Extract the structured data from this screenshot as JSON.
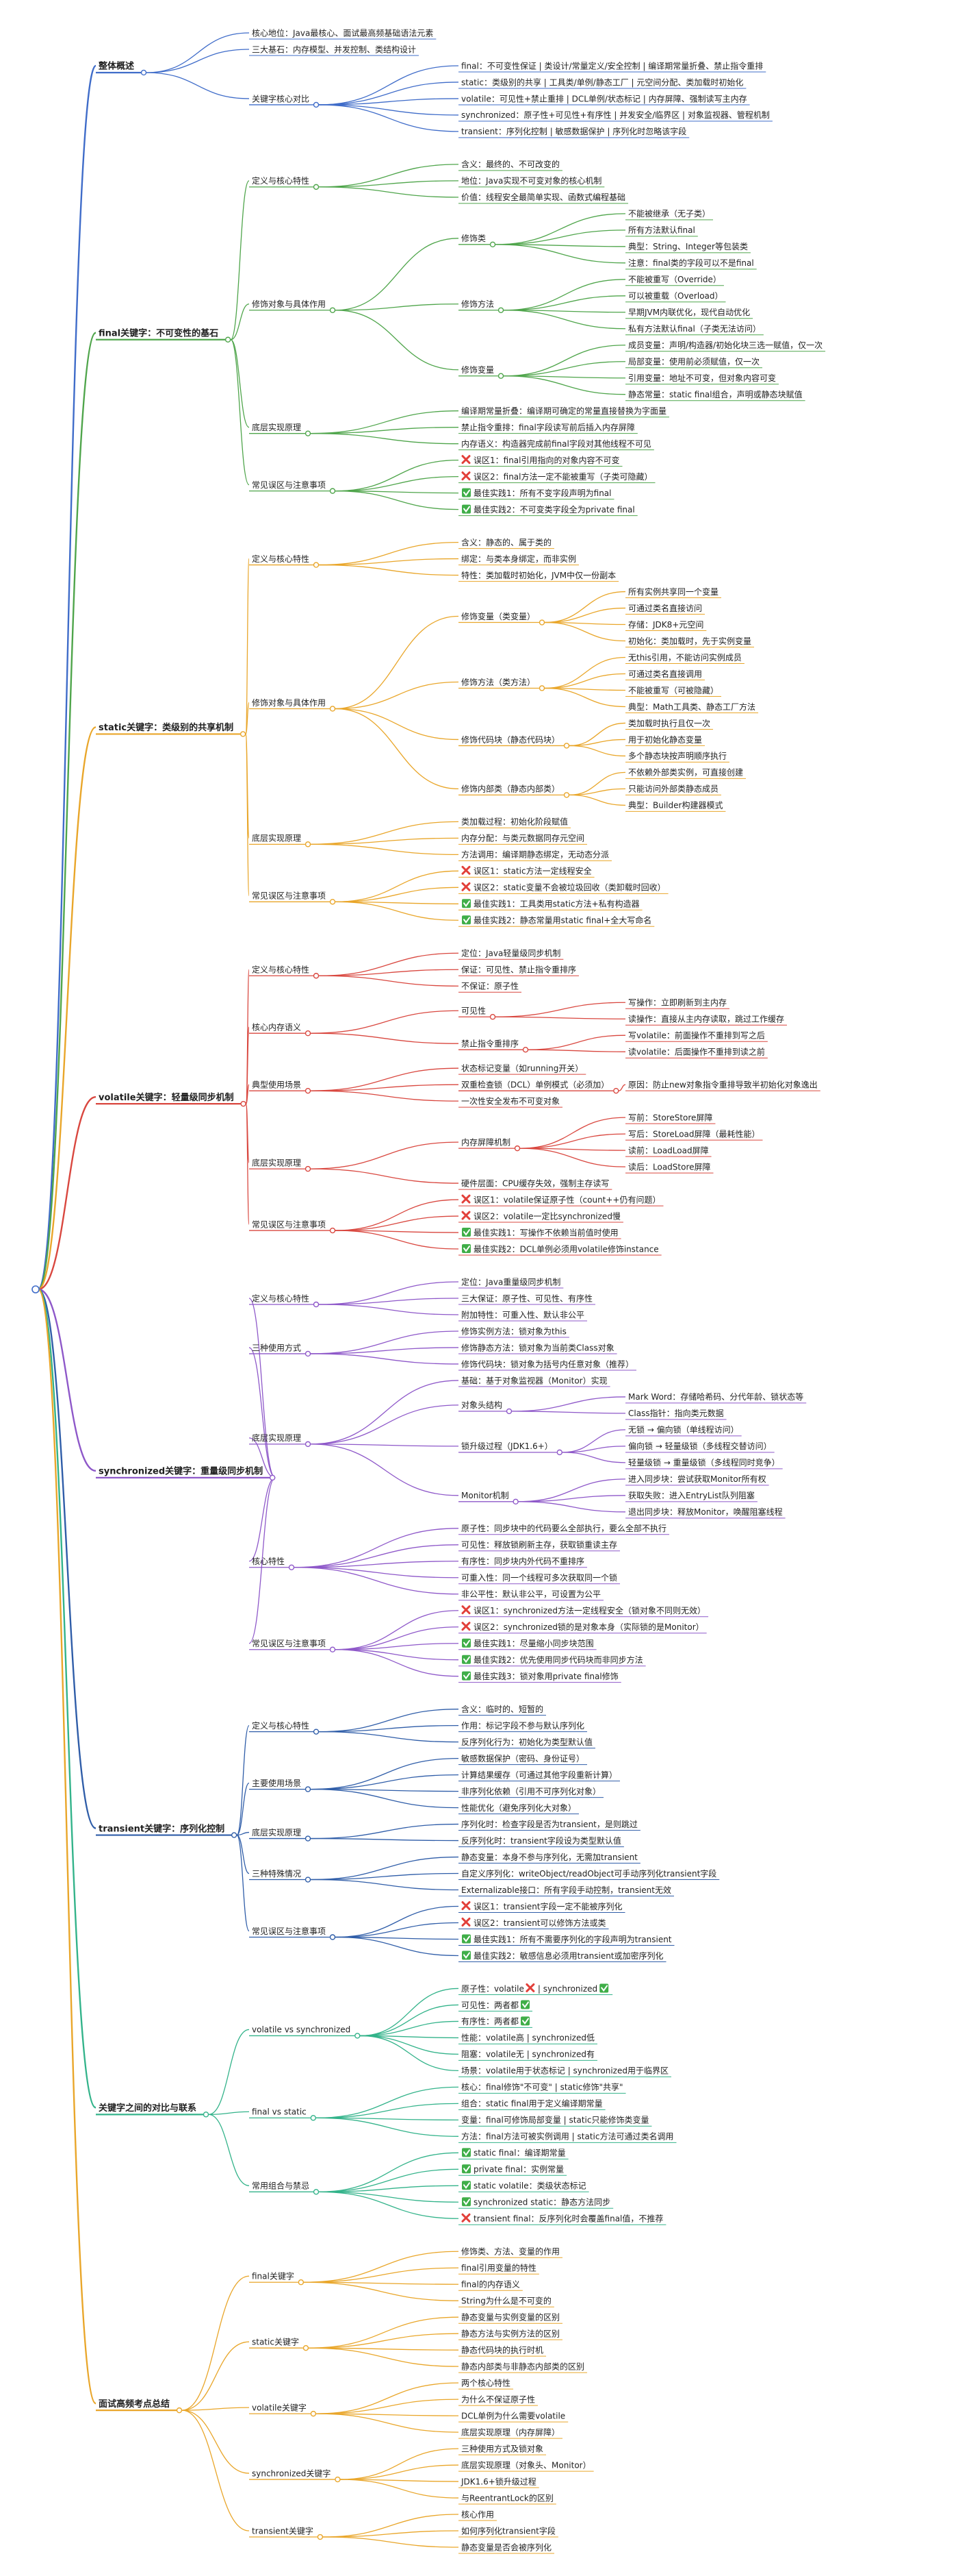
{
  "mindmap": {
    "children": [
      {
        "label": "整体概述",
        "color": "#3f6cc9",
        "children": [
          {
            "label": "核心地位：Java最核心、面试最高频基础语法元素"
          },
          {
            "label": "三大基石：内存模型、并发控制、类结构设计"
          },
          {
            "label": "关键字核心对比",
            "children": [
              {
                "label": "final：不可变性保证 | 类设计/常量定义/安全控制 | 编译期常量折叠、禁止指令重排"
              },
              {
                "label": "static：类级别的共享 | 工具类/单例/静态工厂 | 元空间分配、类加载时初始化"
              },
              {
                "label": "volatile：可见性+禁止重排 | DCL单例/状态标记 | 内存屏障、强制读写主内存"
              },
              {
                "label": "synchronized：原子性+可见性+有序性 | 并发安全/临界区 | 对象监视器、管程机制"
              },
              {
                "label": "transient：序列化控制 | 敏感数据保护 | 序列化时忽略该字段"
              }
            ]
          }
        ]
      },
      {
        "label": "final关键字：不可变性的基石",
        "color": "#4fa54b",
        "children": [
          {
            "label": "定义与核心特性",
            "children": [
              {
                "label": "含义：最终的、不可改变的"
              },
              {
                "label": "地位：Java实现不可变对象的核心机制"
              },
              {
                "label": "价值：线程安全最简单实现、函数式编程基础"
              }
            ]
          },
          {
            "label": "修饰对象与具体作用",
            "children": [
              {
                "label": "修饰类",
                "children": [
                  {
                    "label": "不能被继承（无子类）"
                  },
                  {
                    "label": "所有方法默认final"
                  },
                  {
                    "label": "典型：String、Integer等包装类"
                  },
                  {
                    "label": "注意：final类的字段可以不是final"
                  }
                ]
              },
              {
                "label": "修饰方法",
                "children": [
                  {
                    "label": "不能被重写（Override）"
                  },
                  {
                    "label": "可以被重载（Overload）"
                  },
                  {
                    "label": "早期JVM内联优化，现代自动优化"
                  },
                  {
                    "label": "私有方法默认final（子类无法访问）"
                  }
                ]
              },
              {
                "label": "修饰变量",
                "children": [
                  {
                    "label": "成员变量：声明/构造器/初始化块三选一赋值，仅一次"
                  },
                  {
                    "label": "局部变量：使用前必须赋值，仅一次"
                  },
                  {
                    "label": "引用变量：地址不可变，但对象内容可变"
                  },
                  {
                    "label": "静态常量：static final组合，声明或静态块赋值"
                  }
                ]
              }
            ]
          },
          {
            "label": "底层实现原理",
            "children": [
              {
                "label": "编译期常量折叠：编译期可确定的常量直接替换为字面量"
              },
              {
                "label": "禁止指令重排：final字段读写前后插入内存屏障"
              },
              {
                "label": "内存语义：构造器完成前final字段对其他线程不可见"
              }
            ]
          },
          {
            "label": "常见误区与注意事项",
            "children": [
              {
                "label": "误区1：final引用指向的对象内容不可变",
                "mark": "x"
              },
              {
                "label": "误区2：final方法一定不能被重写（子类可隐藏）",
                "mark": "x"
              },
              {
                "label": "最佳实践1：所有不变字段声明为final",
                "mark": "ok"
              },
              {
                "label": "最佳实践2：不可变类字段全为private final",
                "mark": "ok"
              }
            ]
          }
        ]
      },
      {
        "label": "static关键字：类级别的共享机制",
        "color": "#e9a62a",
        "children": [
          {
            "label": "定义与核心特性",
            "children": [
              {
                "label": "含义：静态的、属于类的"
              },
              {
                "label": "绑定：与类本身绑定，而非实例"
              },
              {
                "label": "特性：类加载时初始化，JVM中仅一份副本"
              }
            ]
          },
          {
            "label": "修饰对象与具体作用",
            "children": [
              {
                "label": "修饰变量（类变量）",
                "children": [
                  {
                    "label": "所有实例共享同一个变量"
                  },
                  {
                    "label": "可通过类名直接访问"
                  },
                  {
                    "label": "存储：JDK8+元空间"
                  },
                  {
                    "label": "初始化：类加载时，先于实例变量"
                  }
                ]
              },
              {
                "label": "修饰方法（类方法）",
                "children": [
                  {
                    "label": "无this引用，不能访问实例成员"
                  },
                  {
                    "label": "可通过类名直接调用"
                  },
                  {
                    "label": "不能被重写（可被隐藏）"
                  },
                  {
                    "label": "典型：Math工具类、静态工厂方法"
                  }
                ]
              },
              {
                "label": "修饰代码块（静态代码块）",
                "children": [
                  {
                    "label": "类加载时执行且仅一次"
                  },
                  {
                    "label": "用于初始化静态变量"
                  },
                  {
                    "label": "多个静态块按声明顺序执行"
                  }
                ]
              },
              {
                "label": "修饰内部类（静态内部类）",
                "children": [
                  {
                    "label": "不依赖外部类实例，可直接创建"
                  },
                  {
                    "label": "只能访问外部类静态成员"
                  },
                  {
                    "label": "典型：Builder构建器模式"
                  }
                ]
              }
            ]
          },
          {
            "label": "底层实现原理",
            "children": [
              {
                "label": "类加载过程：初始化阶段赋值"
              },
              {
                "label": "内存分配：与类元数据同存元空间"
              },
              {
                "label": "方法调用：编译期静态绑定，无动态分派"
              }
            ]
          },
          {
            "label": "常见误区与注意事项",
            "children": [
              {
                "label": "误区1：static方法一定线程安全",
                "mark": "x"
              },
              {
                "label": "误区2：static变量不会被垃圾回收（类卸载时回收）",
                "mark": "x"
              },
              {
                "label": "最佳实践1：工具类用static方法+私有构造器",
                "mark": "ok"
              },
              {
                "label": "最佳实践2：静态常量用static final+全大写命名",
                "mark": "ok"
              }
            ]
          }
        ]
      },
      {
        "label": "volatile关键字：轻量级同步机制",
        "color": "#d9473f",
        "children": [
          {
            "label": "定义与核心特性",
            "children": [
              {
                "label": "定位：Java轻量级同步机制"
              },
              {
                "label": "保证：可见性、禁止指令重排序"
              },
              {
                "label": "不保证：原子性"
              }
            ]
          },
          {
            "label": "核心内存语义",
            "children": [
              {
                "label": "可见性",
                "children": [
                  {
                    "label": "写操作：立即刷新到主内存"
                  },
                  {
                    "label": "读操作：直接从主内存读取，跳过工作缓存"
                  }
                ]
              },
              {
                "label": "禁止指令重排序",
                "children": [
                  {
                    "label": "写volatile：前面操作不重排到写之后"
                  },
                  {
                    "label": "读volatile：后面操作不重排到读之前"
                  }
                ]
              }
            ]
          },
          {
            "label": "典型使用场景",
            "children": [
              {
                "label": "状态标记变量（如running开关）"
              },
              {
                "label": "双重检查锁（DCL）单例模式（必须加）",
                "children": [
                  {
                    "label": "原因：防止new对象指令重排导致半初始化对象逸出"
                  }
                ]
              },
              {
                "label": "一次性安全发布不可变对象"
              }
            ]
          },
          {
            "label": "底层实现原理",
            "children": [
              {
                "label": "内存屏障机制",
                "children": [
                  {
                    "label": "写前：StoreStore屏障"
                  },
                  {
                    "label": "写后：StoreLoad屏障（最耗性能）"
                  },
                  {
                    "label": "读前：LoadLoad屏障"
                  },
                  {
                    "label": "读后：LoadStore屏障"
                  }
                ]
              },
              {
                "label": "硬件层面：CPU缓存失效，强制主存读写"
              }
            ]
          },
          {
            "label": "常见误区与注意事项",
            "children": [
              {
                "label": "误区1：volatile保证原子性（count++仍有问题）",
                "mark": "x"
              },
              {
                "label": "误区2：volatile一定比synchronized慢",
                "mark": "x"
              },
              {
                "label": "最佳实践1：写操作不依赖当前值时使用",
                "mark": "ok"
              },
              {
                "label": "最佳实践2：DCL单例必须用volatile修饰instance",
                "mark": "ok"
              }
            ]
          }
        ]
      },
      {
        "label": "synchronized关键字：重量级同步机制",
        "color": "#8e58c9",
        "children": [
          {
            "label": "定义与核心特性",
            "children": [
              {
                "label": "定位：Java重量级同步机制"
              },
              {
                "label": "三大保证：原子性、可见性、有序性"
              },
              {
                "label": "附加特性：可重入性、默认非公平"
              }
            ]
          },
          {
            "label": "三种使用方式",
            "children": [
              {
                "label": "修饰实例方法：锁对象为this"
              },
              {
                "label": "修饰静态方法：锁对象为当前类Class对象"
              },
              {
                "label": "修饰代码块：锁对象为括号内任意对象（推荐）"
              }
            ]
          },
          {
            "label": "底层实现原理",
            "children": [
              {
                "label": "基础：基于对象监视器（Monitor）实现"
              },
              {
                "label": "对象头结构",
                "children": [
                  {
                    "label": "Mark Word：存储哈希码、分代年龄、锁状态等"
                  },
                  {
                    "label": "Class指针：指向类元数据"
                  }
                ]
              },
              {
                "label": "锁升级过程（JDK1.6+）",
                "children": [
                  {
                    "label": "无锁 → 偏向锁（单线程访问）"
                  },
                  {
                    "label": "偏向锁 → 轻量级锁（多线程交替访问）"
                  },
                  {
                    "label": "轻量级锁 → 重量级锁（多线程同时竞争）"
                  }
                ]
              },
              {
                "label": "Monitor机制",
                "children": [
                  {
                    "label": "进入同步块：尝试获取Monitor所有权"
                  },
                  {
                    "label": "获取失败：进入EntryList队列阻塞"
                  },
                  {
                    "label": "退出同步块：释放Monitor，唤醒阻塞线程"
                  }
                ]
              }
            ]
          },
          {
            "label": "核心特性",
            "children": [
              {
                "label": "原子性：同步块中的代码要么全部执行，要么全部不执行"
              },
              {
                "label": "可见性：释放锁刷新主存，获取锁重读主存"
              },
              {
                "label": "有序性：同步块内外代码不重排序"
              },
              {
                "label": "可重入性：同一个线程可多次获取同一个锁"
              },
              {
                "label": "非公平性：默认非公平，可设置为公平"
              }
            ]
          },
          {
            "label": "常见误区与注意事项",
            "children": [
              {
                "label": "误区1：synchronized方法一定线程安全（锁对象不同则无效）",
                "mark": "x"
              },
              {
                "label": "误区2：synchronized锁的是对象本身（实际锁的是Monitor）",
                "mark": "x"
              },
              {
                "label": "最佳实践1：尽量缩小同步块范围",
                "mark": "ok"
              },
              {
                "label": "最佳实践2：优先使用同步代码块而非同步方法",
                "mark": "ok"
              },
              {
                "label": "最佳实践3：锁对象用private final修饰",
                "mark": "ok"
              }
            ]
          }
        ]
      },
      {
        "label": "transient关键字：序列化控制",
        "color": "#2f5da8",
        "children": [
          {
            "label": "定义与核心特性",
            "children": [
              {
                "label": "含义：临时的、短暂的"
              },
              {
                "label": "作用：标记字段不参与默认序列化"
              },
              {
                "label": "反序列化行为：初始化为类型默认值"
              }
            ]
          },
          {
            "label": "主要使用场景",
            "children": [
              {
                "label": "敏感数据保护（密码、身份证号）"
              },
              {
                "label": "计算结果缓存（可通过其他字段重新计算）"
              },
              {
                "label": "非序列化依赖（引用不可序列化对象）"
              },
              {
                "label": "性能优化（避免序列化大对象）"
              }
            ]
          },
          {
            "label": "底层实现原理",
            "children": [
              {
                "label": "序列化时：检查字段是否为transient，是则跳过"
              },
              {
                "label": "反序列化时：transient字段设为类型默认值"
              }
            ]
          },
          {
            "label": "三种特殊情况",
            "children": [
              {
                "label": "静态变量：本身不参与序列化，无需加transient"
              },
              {
                "label": "自定义序列化：writeObject/readObject可手动序列化transient字段"
              },
              {
                "label": "Externalizable接口：所有字段手动控制，transient无效"
              }
            ]
          },
          {
            "label": "常见误区与注意事项",
            "children": [
              {
                "label": "误区1：transient字段一定不能被序列化",
                "mark": "x"
              },
              {
                "label": "误区2：transient可以修饰方法或类",
                "mark": "x"
              },
              {
                "label": "最佳实践1：所有不需要序列化的字段声明为transient",
                "mark": "ok"
              },
              {
                "label": "最佳实践2：敏感信息必须用transient或加密序列化",
                "mark": "ok"
              }
            ]
          }
        ]
      },
      {
        "label": "关键字之间的对比与联系",
        "color": "#33b38a",
        "children": [
          {
            "label": "volatile vs synchronized",
            "children": [
              {
                "label": "原子性：volatile",
                "suffix": "| synchronized",
                "mark": "x",
                "mark2": "ok"
              },
              {
                "label": "可见性：两者都",
                "mark": "ok"
              },
              {
                "label": "有序性：两者都",
                "mark": "ok"
              },
              {
                "label": "性能：volatile高 | synchronized低"
              },
              {
                "label": "阻塞：volatile无 | synchronized有"
              },
              {
                "label": "场景：volatile用于状态标记 | synchronized用于临界区"
              }
            ]
          },
          {
            "label": "final vs static",
            "children": [
              {
                "label": "核心：final修饰\"不可变\" | static修饰\"共享\""
              },
              {
                "label": "组合：static final用于定义编译期常量"
              },
              {
                "label": "变量：final可修饰局部变量 | static只能修饰类变量"
              },
              {
                "label": "方法：final方法可被实例调用 | static方法可通过类名调用"
              }
            ]
          },
          {
            "label": "常用组合与禁忌",
            "children": [
              {
                "label": "static final：编译期常量",
                "mark": "ok"
              },
              {
                "label": "private final：实例常量",
                "mark": "ok"
              },
              {
                "label": "static volatile：类级状态标记",
                "mark": "ok"
              },
              {
                "label": "synchronized static：静态方法同步",
                "mark": "ok"
              },
              {
                "label": "transient final：反序列化时会覆盖final值，不推荐",
                "mark": "x"
              }
            ]
          }
        ]
      },
      {
        "label": "面试高频考点总结",
        "color": "#e9a62a",
        "children": [
          {
            "label": "final关键字",
            "children": [
              {
                "label": "修饰类、方法、变量的作用"
              },
              {
                "label": "final引用变量的特性"
              },
              {
                "label": "final的内存语义"
              },
              {
                "label": "String为什么是不可变的"
              }
            ]
          },
          {
            "label": "static关键字",
            "children": [
              {
                "label": "静态变量与实例变量的区别"
              },
              {
                "label": "静态方法与实例方法的区别"
              },
              {
                "label": "静态代码块的执行时机"
              },
              {
                "label": "静态内部类与非静态内部类的区别"
              }
            ]
          },
          {
            "label": "volatile关键字",
            "children": [
              {
                "label": "两个核心特性"
              },
              {
                "label": "为什么不保证原子性"
              },
              {
                "label": "DCL单例为什么需要volatile"
              },
              {
                "label": "底层实现原理（内存屏障）"
              }
            ]
          },
          {
            "label": "synchronized关键字",
            "children": [
              {
                "label": "三种使用方式及锁对象"
              },
              {
                "label": "底层实现原理（对象头、Monitor）"
              },
              {
                "label": "JDK1.6+锁升级过程"
              },
              {
                "label": "与ReentrantLock的区别"
              }
            ]
          },
          {
            "label": "transient关键字",
            "children": [
              {
                "label": "核心作用"
              },
              {
                "label": "如何序列化transient字段"
              },
              {
                "label": "静态变量是否会被序列化"
              }
            ]
          }
        ]
      }
    ]
  }
}
